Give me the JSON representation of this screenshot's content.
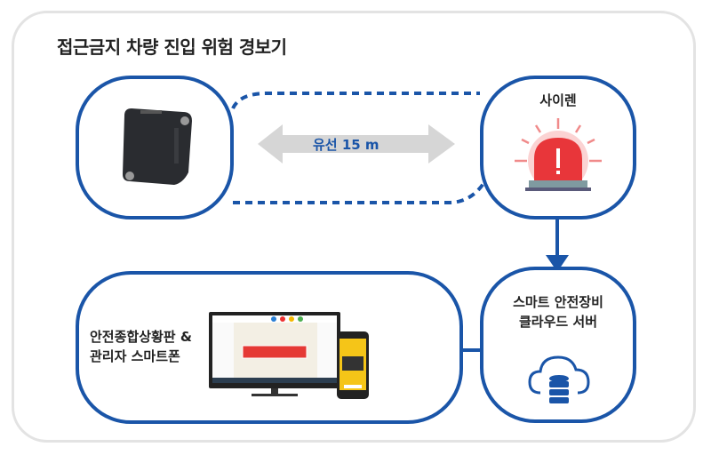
{
  "title": "접근금지 차량 진입 위험 경보기",
  "cable_label": "유선 15 m",
  "siren_label": "사이렌",
  "cloud_label_line1": "스마트 안전장비",
  "cloud_label_line2": "클라우드 서버",
  "dashboard_label_line1": "안전종합상황판 &",
  "dashboard_label_line2": "관리자 스마트폰",
  "colors": {
    "accent": "#1a55a8",
    "arrow_gray": "#d6d6d6",
    "siren_red": "#e8363a",
    "cable_label": "#1a55a8"
  },
  "icons": [
    "sensor-device-icon",
    "siren-icon",
    "cloud-database-icon",
    "monitor-icon",
    "smartphone-icon"
  ]
}
